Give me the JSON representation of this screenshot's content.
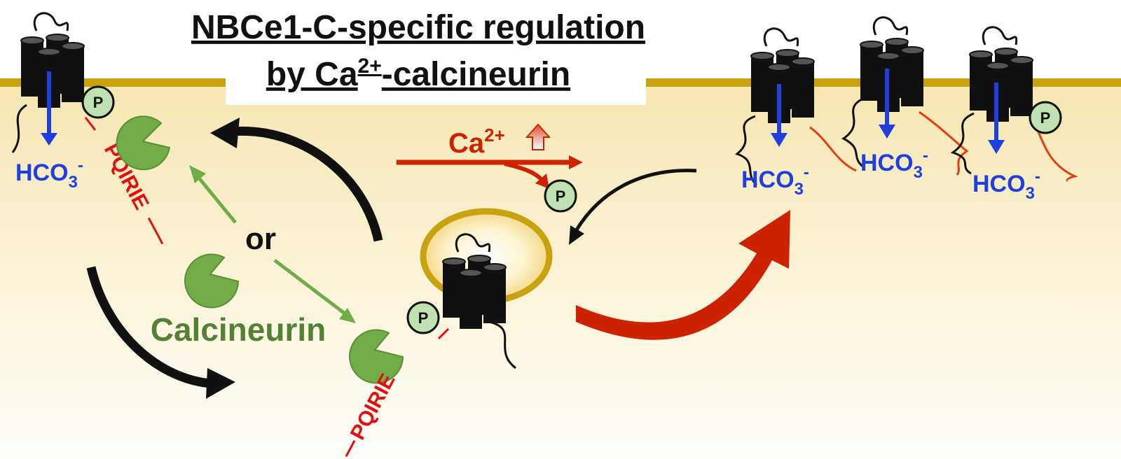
{
  "title": {
    "line1": "NBCe1-C-specific regulation",
    "line2_prefix": "by Ca",
    "line2_sup": "2+",
    "line2_suffix": "-calcineurin"
  },
  "labels": {
    "or": "or",
    "calcineurin": "Calcineurin",
    "motif": "PQIRIE",
    "bicarbonate_base": "HCO",
    "bicarbonate_sub": "3",
    "bicarbonate_sup": "-",
    "phospho": "P",
    "calcium_base": "Ca",
    "calcium_sup": "2+"
  },
  "colors": {
    "membrane": "#c9a20f",
    "cytoplasm_top": "#f6e6b2",
    "cytoplasm_bottom": "#fffdf6",
    "transporter": "#111111",
    "bicarbonate_arrow": "#1f3fe0",
    "motif_red": "#e01010",
    "calcineurin_green": "#70ad47",
    "calcineurin_text": "#548235",
    "phospho_fill": "#bfe0b0",
    "calcium_red": "#cc2200",
    "vesicle_ring": "#c9a20f"
  },
  "icons": {
    "up": "up-arrow-icon",
    "phospho": "phospho-badge-icon"
  }
}
